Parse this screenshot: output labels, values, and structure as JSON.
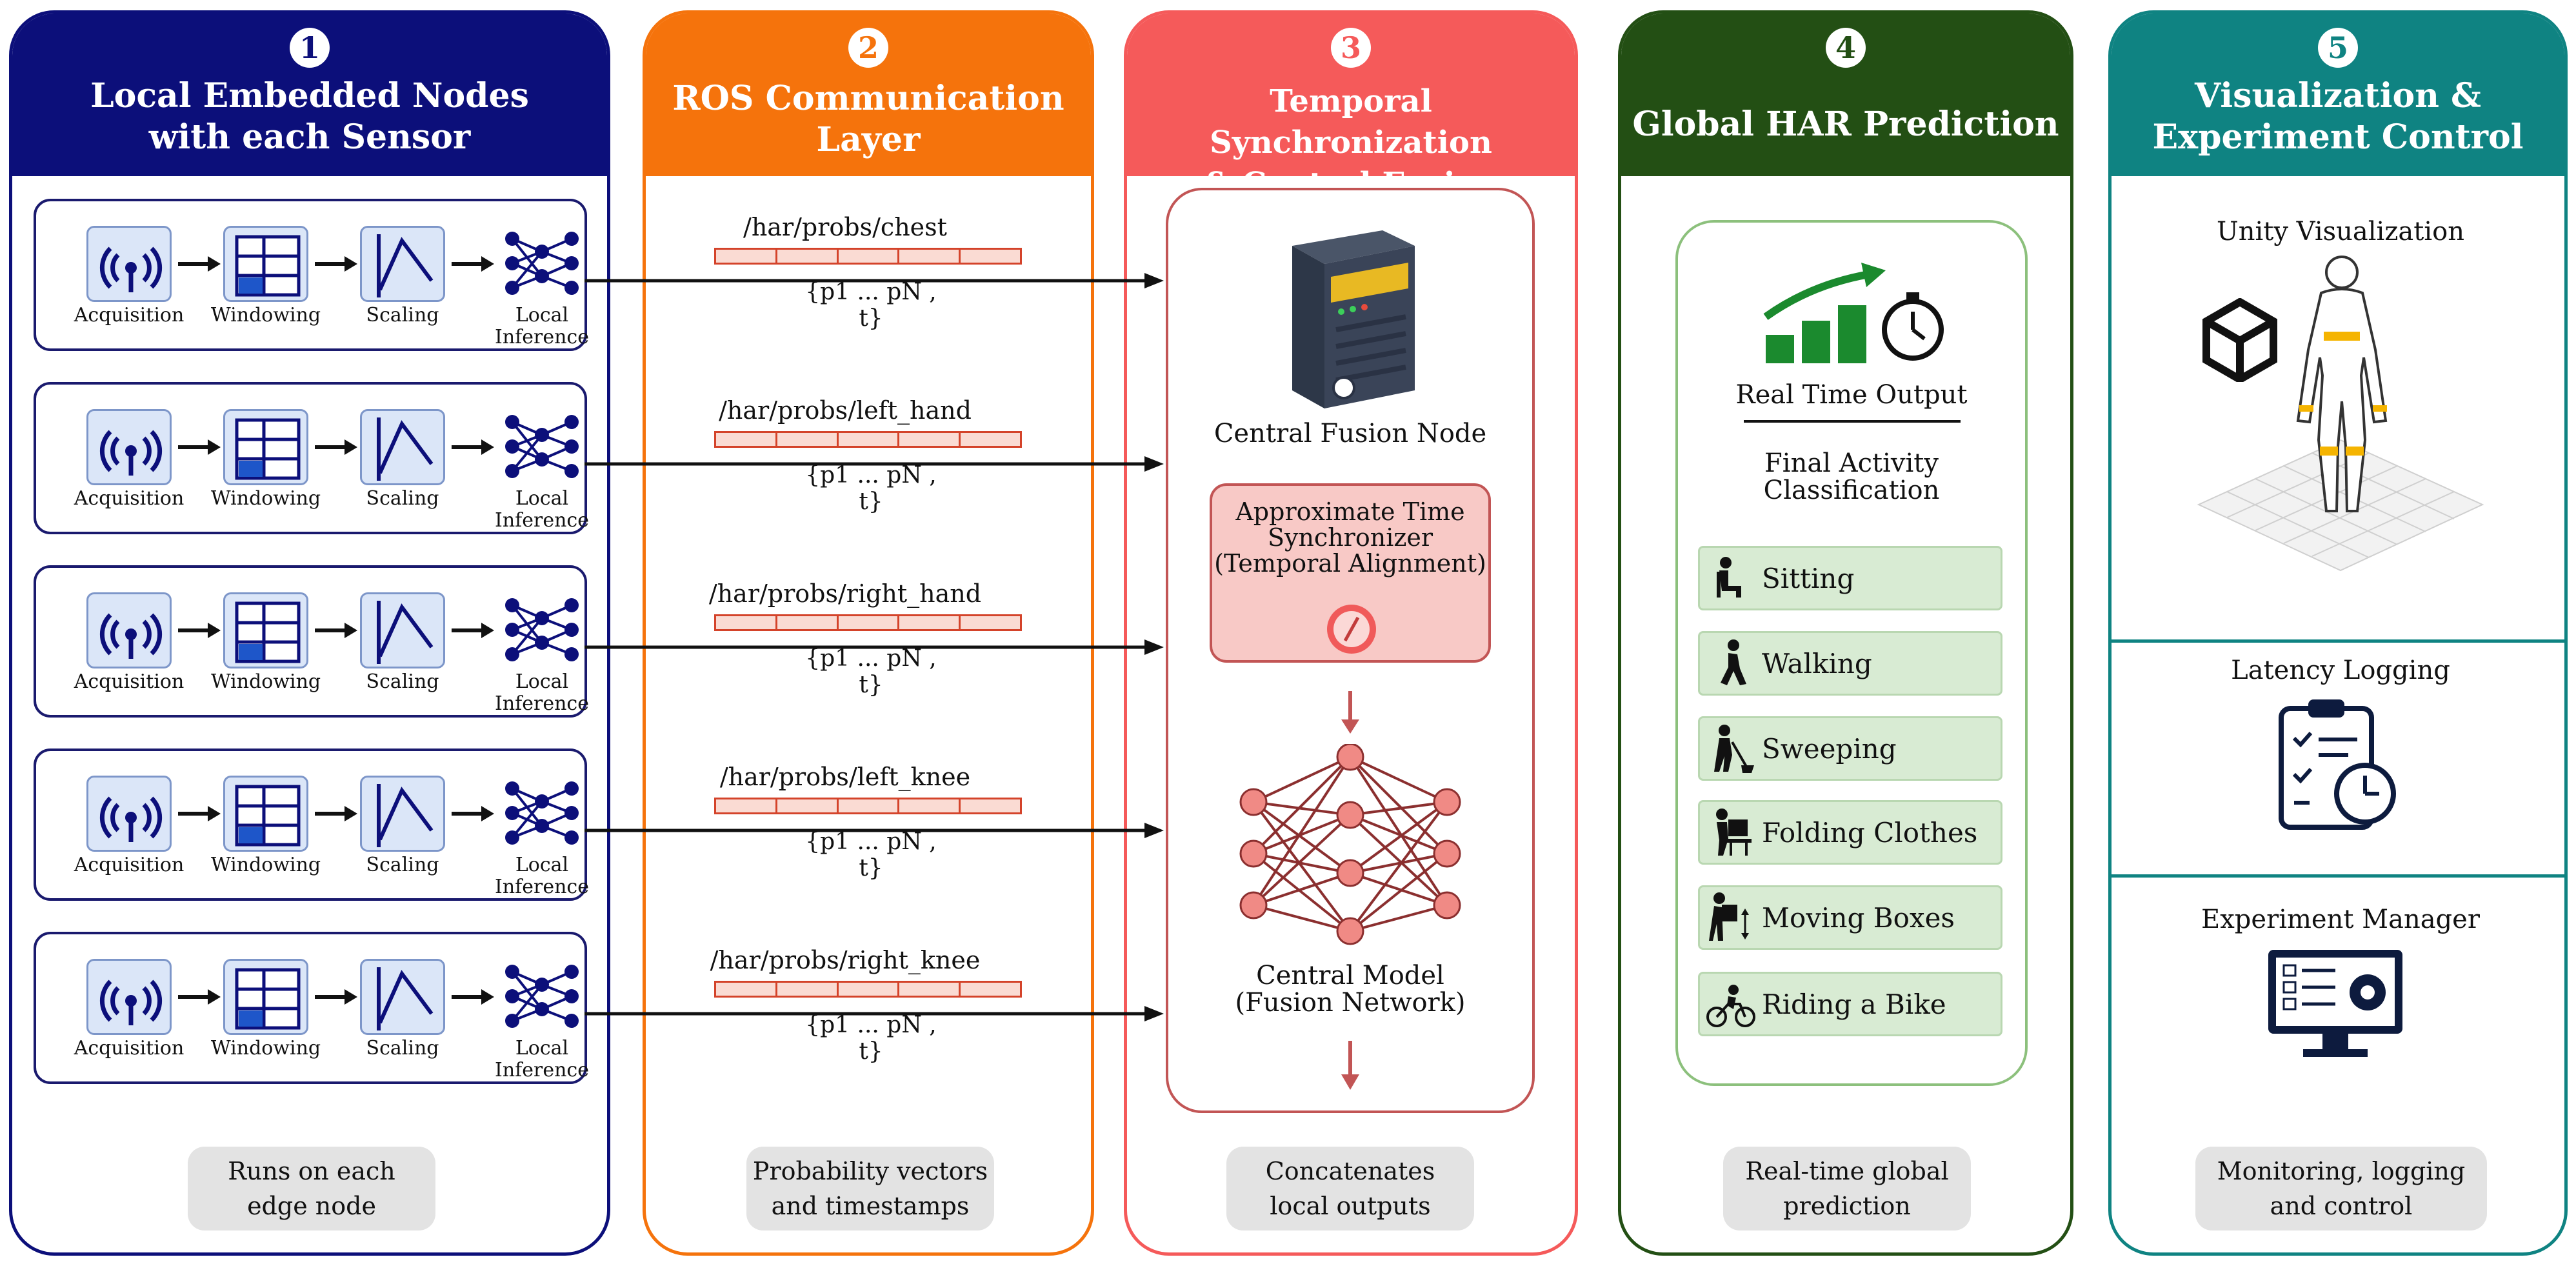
{
  "colors": {
    "panel1": "#0c0f7a",
    "panel2": "#f5730c",
    "panel3": "#f55a5a",
    "panel4": "#234f14",
    "panel5": "#0f8382",
    "node_border": "#1a1a6e",
    "stage_fill": "#dbe6f8",
    "vector_fill": "#fadbd3",
    "class_fill": "#d8ebd3",
    "caption_fill": "#e3e3e3"
  },
  "panels": [
    {
      "number": "1",
      "title": "Local Embedded Nodes\nwith each Sensor",
      "caption": "Runs on each\nedge node"
    },
    {
      "number": "2",
      "title": "ROS Communication\nLayer",
      "caption": "Probability vectors\nand timestamps"
    },
    {
      "number": "3",
      "title": "Temporal Synchronization\n& Central Fusion",
      "caption": "Concatenates\nlocal outputs"
    },
    {
      "number": "4",
      "title": "Global HAR Prediction",
      "caption": "Real-time global\nprediction"
    },
    {
      "number": "5",
      "title": "Visualization &\nExperiment Control",
      "caption": "Monitoring, logging\nand control"
    }
  ],
  "local_stages": [
    "Acquisition",
    "Windowing",
    "Scaling",
    "Local\nInference"
  ],
  "stage_icons": [
    "antenna-icon",
    "windowing-icon",
    "scaling-icon",
    "neural-net-icon"
  ],
  "topics": [
    "/har/probs/chest",
    "/har/probs/left_hand",
    "/har/probs/right_hand",
    "/har/probs/left_knee",
    "/har/probs/right_knee"
  ],
  "message_tuple": "{p1 ... pN , t}",
  "fusion": {
    "server_label": "Central Fusion Node",
    "sync_label": "Approximate Time\nSynchronizer\n(Temporal Alignment)",
    "model_label": "Central Model\n(Fusion Network)"
  },
  "prediction": {
    "output_label": "Real Time Output",
    "final_label": "Final Activity\nClassification",
    "classes": [
      {
        "label": "Sitting",
        "icon": "sitting-icon"
      },
      {
        "label": "Walking",
        "icon": "walking-icon"
      },
      {
        "label": "Sweeping",
        "icon": "sweeping-icon"
      },
      {
        "label": "Folding Clothes",
        "icon": "folding-clothes-icon"
      },
      {
        "label": "Moving Boxes",
        "icon": "moving-boxes-icon"
      },
      {
        "label": "Riding a Bike",
        "icon": "bike-icon"
      }
    ]
  },
  "visualization": {
    "unity_label": "Unity Visualization",
    "latency_label": "Latency Logging",
    "manager_label": "Experiment Manager"
  }
}
